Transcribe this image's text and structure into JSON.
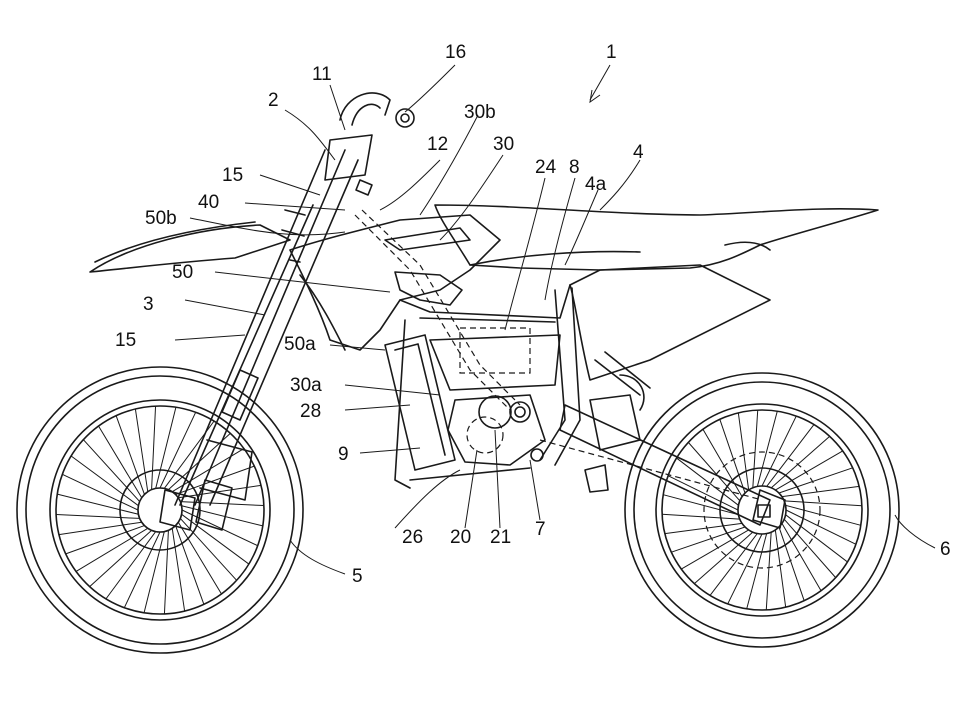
{
  "labels": {
    "l1": "1",
    "l2": "2",
    "l3": "3",
    "l4": "4",
    "l4a": "4a",
    "l5": "5",
    "l6": "6",
    "l7": "7",
    "l8": "8",
    "l9": "9",
    "l11": "11",
    "l12": "12",
    "l15a": "15",
    "l15b": "15",
    "l16": "16",
    "l20": "20",
    "l21": "21",
    "l24": "24",
    "l26": "26",
    "l28": "28",
    "l30": "30",
    "l30a": "30a",
    "l30b": "30b",
    "l40": "40",
    "l50": "50",
    "l50a": "50a",
    "l50b": "50b"
  }
}
